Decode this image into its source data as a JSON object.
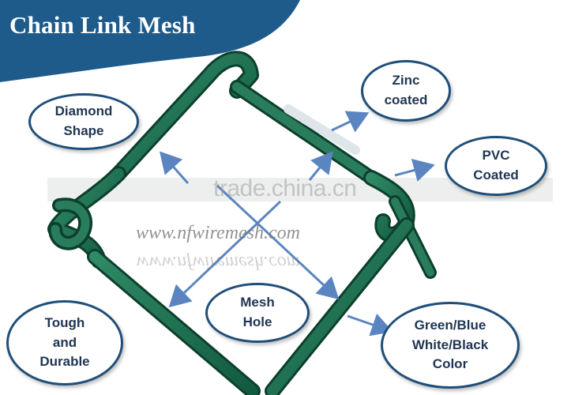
{
  "banner": {
    "title": "Chain Link Mesh",
    "color": "#1e5a8a"
  },
  "labels": {
    "diamond": {
      "line1": "Diamond",
      "line2": "Shape"
    },
    "zinc": {
      "line1": "Zinc",
      "line2": "coated"
    },
    "pvc": {
      "line1": "PVC",
      "line2": "Coated"
    },
    "tough": {
      "line1": "Tough",
      "line2": "and",
      "line3": "Durable"
    },
    "hole": {
      "line1": "Mesh",
      "line2": "Hole"
    },
    "color": {
      "line1": "Green/Blue",
      "line2": "White/Black",
      "line3": "Color"
    }
  },
  "watermarks": {
    "site": "trade.china.cn",
    "url": "www.nfwiremesh.com"
  },
  "colors": {
    "wire": "#1f6f52",
    "wire_dark": "#0d3f2d",
    "arrow": "#5b85c0",
    "bubble_border": "#1f4e79"
  }
}
